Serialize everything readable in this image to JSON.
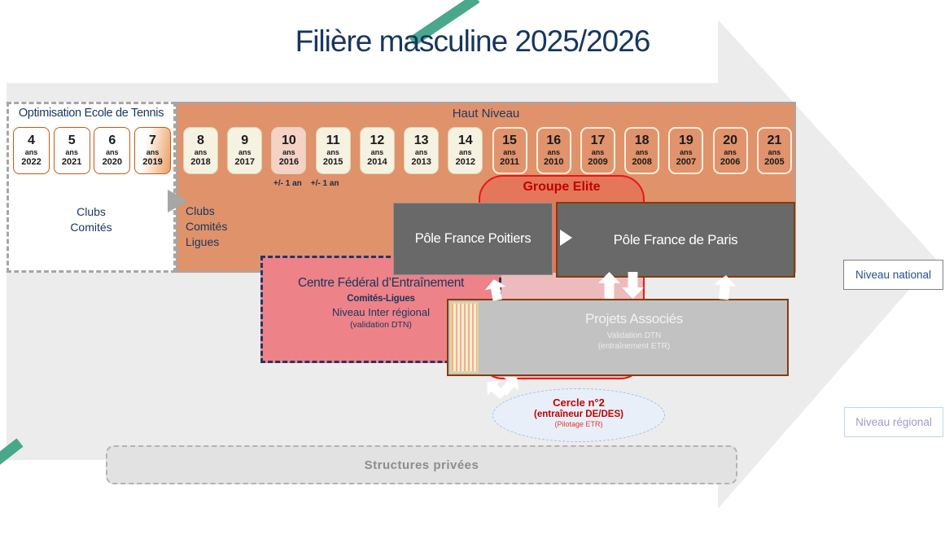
{
  "title": "Filière masculine 2025/2026",
  "left_box": {
    "title": "Optimisation Ecole de Tennis",
    "label": [
      "Clubs",
      "Comités"
    ],
    "cards": [
      {
        "num": "4",
        "ans": "ans",
        "yr": "2022",
        "variant": "plain"
      },
      {
        "num": "5",
        "ans": "ans",
        "yr": "2021",
        "variant": "plain"
      },
      {
        "num": "6",
        "ans": "ans",
        "yr": "2020",
        "variant": "plain"
      },
      {
        "num": "7",
        "ans": "ans",
        "yr": "2019",
        "variant": "fade"
      }
    ]
  },
  "haut_box": {
    "title": "Haut Niveau",
    "plus_minus": [
      "+/- 1 an",
      "+/- 1 an"
    ],
    "label": [
      "Clubs",
      "Comités",
      "Ligues"
    ],
    "cards": [
      {
        "num": "8",
        "ans": "ans",
        "yr": "2018",
        "variant": "cream"
      },
      {
        "num": "9",
        "ans": "ans",
        "yr": "2017",
        "variant": "cream"
      },
      {
        "num": "10",
        "ans": "ans",
        "yr": "2016",
        "variant": "pink"
      },
      {
        "num": "11",
        "ans": "ans",
        "yr": "2015",
        "variant": "cream"
      },
      {
        "num": "12",
        "ans": "ans",
        "yr": "2014",
        "variant": "cream"
      },
      {
        "num": "13",
        "ans": "ans",
        "yr": "2013",
        "variant": "cream"
      },
      {
        "num": "14",
        "ans": "ans",
        "yr": "2012",
        "variant": "cream"
      },
      {
        "num": "15",
        "ans": "ans",
        "yr": "2011",
        "variant": "orange"
      },
      {
        "num": "16",
        "ans": "ans",
        "yr": "2010",
        "variant": "orange"
      },
      {
        "num": "17",
        "ans": "ans",
        "yr": "2009",
        "variant": "orange"
      },
      {
        "num": "18",
        "ans": "ans",
        "yr": "2008",
        "variant": "orange"
      },
      {
        "num": "19",
        "ans": "ans",
        "yr": "2007",
        "variant": "orange"
      },
      {
        "num": "20",
        "ans": "ans",
        "yr": "2006",
        "variant": "orange"
      },
      {
        "num": "21",
        "ans": "ans",
        "yr": "2005",
        "variant": "orange"
      }
    ]
  },
  "groupe_elite": {
    "title": "Groupe Elite"
  },
  "poles": {
    "poitiers": "Pôle France Poitiers",
    "paris": "Pôle France de Paris"
  },
  "cfe": {
    "title": "Centre Fédéral d’Entraînement",
    "line1": "Comités-Ligues",
    "line2": "Niveau Inter régional",
    "line3": "(validation DTN)"
  },
  "projets": {
    "title": "Projets Associés",
    "line1": "Validation DTN",
    "line2": "(entraînement ETR)"
  },
  "cercle": {
    "title": "Cercle n°2",
    "line1": "(entraîneur  DE/DES)",
    "line2": "(Pilotage ETR)"
  },
  "structures": {
    "title": "Structures  privées"
  },
  "levels": {
    "national": "Niveau national",
    "regional": "Niveau régional"
  },
  "colors": {
    "navy": "#17365d",
    "orange_box": "#e0926a",
    "elite_red_border": "#f01414",
    "elite_red_text": "#c00000",
    "pole_gray": "#696969",
    "pole_border_brown": "#843c0c",
    "cfe_pink": "#ee8289",
    "projets_gray": "#c2c2c2",
    "arrow_gray": "#ececec",
    "swoosh_teal": "#4ba78c",
    "cercle_blue_border": "#9dc3e6"
  }
}
